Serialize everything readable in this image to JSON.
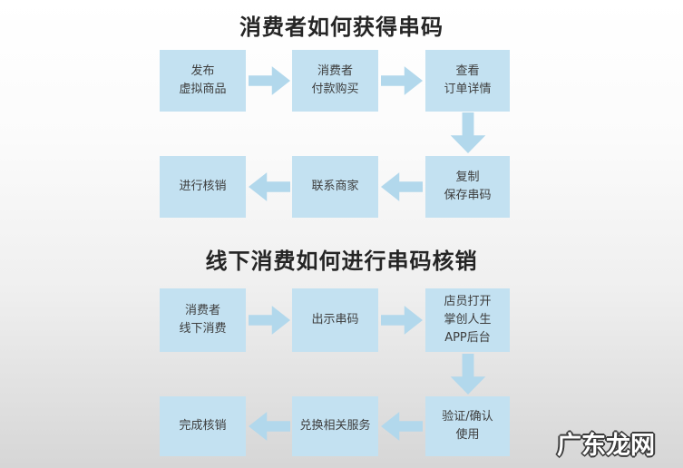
{
  "flow1": {
    "title": "消费者如何获得串码",
    "steps": {
      "publish": "发布\n虚拟商品",
      "pay": "消费者\n付款购买",
      "view_order": "查看\n订单详情",
      "copy_save": "复制\n保存串码",
      "contact": "联系商家",
      "verify": "进行核销"
    }
  },
  "flow2": {
    "title": "线下消费如何进行串码核销",
    "steps": {
      "offline_consume": "消费者\n线下消费",
      "show_code": "出示串码",
      "clerk_open": "店员打开\n掌创人生\nAPP后台",
      "confirm_use": "验证/确认\n使用",
      "redeem": "兑换相关服务",
      "complete": "完成核销"
    }
  },
  "watermark": "广东龙网",
  "colors": {
    "box_fill": "#c3e1f1",
    "arrow_fill": "#b2d8ec",
    "box_text": "#3d3d3d",
    "title_text": "#252525",
    "watermark_fill": "#ffffff",
    "watermark_outline": "#3a3a3a",
    "bg_top": "#ffffff",
    "bg_bottom": "#d6d6d6"
  }
}
